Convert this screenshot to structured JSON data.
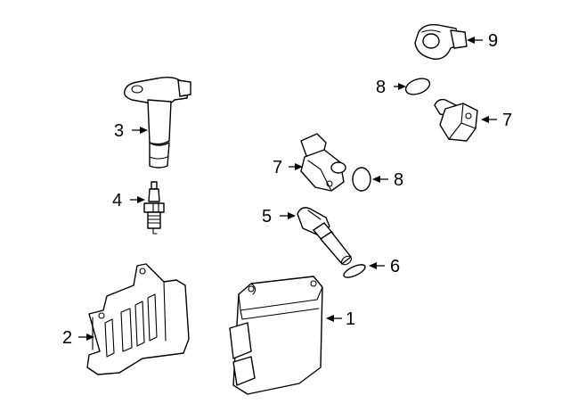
{
  "callouts": [
    {
      "id": "1",
      "label": "1"
    },
    {
      "id": "2",
      "label": "2"
    },
    {
      "id": "3",
      "label": "3"
    },
    {
      "id": "4",
      "label": "4"
    },
    {
      "id": "5",
      "label": "5"
    },
    {
      "id": "6",
      "label": "6"
    },
    {
      "id": "7a",
      "label": "7"
    },
    {
      "id": "7b",
      "label": "7"
    },
    {
      "id": "8a",
      "label": "8"
    },
    {
      "id": "8b",
      "label": "8"
    },
    {
      "id": "9",
      "label": "9"
    }
  ]
}
